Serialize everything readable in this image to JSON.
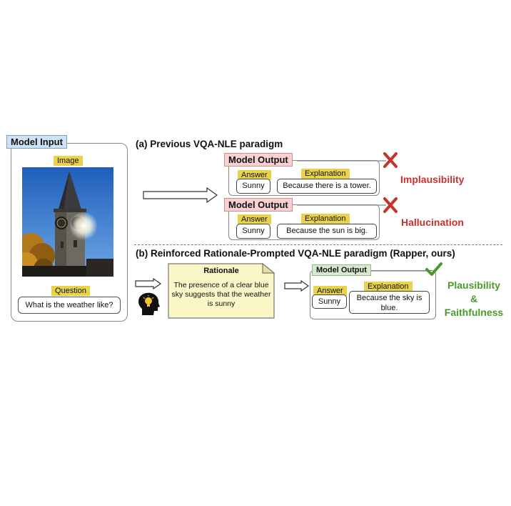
{
  "model_input": {
    "title": "Model Input",
    "image_tag": "Image",
    "question_tag": "Question",
    "question_text": "What is the weather like?"
  },
  "section_a": {
    "heading": "(a) Previous VQA-NLE paradigm",
    "outputs": [
      {
        "title": "Model Output",
        "answer_tag": "Answer",
        "answer": "Sunny",
        "explanation_tag": "Explanation",
        "explanation": "Because there is a tower.",
        "verdict": "Implausibility"
      },
      {
        "title": "Model Output",
        "answer_tag": "Answer",
        "answer": "Sunny",
        "explanation_tag": "Explanation",
        "explanation": "Because the sun is big.",
        "verdict": "Hallucination"
      }
    ]
  },
  "section_b": {
    "heading": "(b) Reinforced Rationale-Prompted VQA-NLE paradigm (Rapper, ours)",
    "rationale_title": "Rationale",
    "rationale_text": "The presence of a clear blue sky suggests that the weather is sunny",
    "output": {
      "title": "Model Output",
      "answer_tag": "Answer",
      "answer": "Sunny",
      "explanation_tag": "Explanation",
      "explanation": "Because the sky is blue."
    },
    "verdict_line1": "Plausibility",
    "verdict_line2": "&",
    "verdict_line3": "Faithfulness"
  },
  "colors": {
    "wrong": "#c8322e",
    "right": "#4a9a2c",
    "tag_yellow": "#e9d34c",
    "input_title_bg": "#cfe2f5",
    "output_title_red_bg": "#f8d2d2",
    "output_title_green_bg": "#d7ead0",
    "rationale_bg": "#fbf6c6"
  },
  "icons": [
    "cross-icon",
    "check-icon",
    "thinking-head-icon",
    "arrow-icon",
    "clock-tower-photo"
  ]
}
